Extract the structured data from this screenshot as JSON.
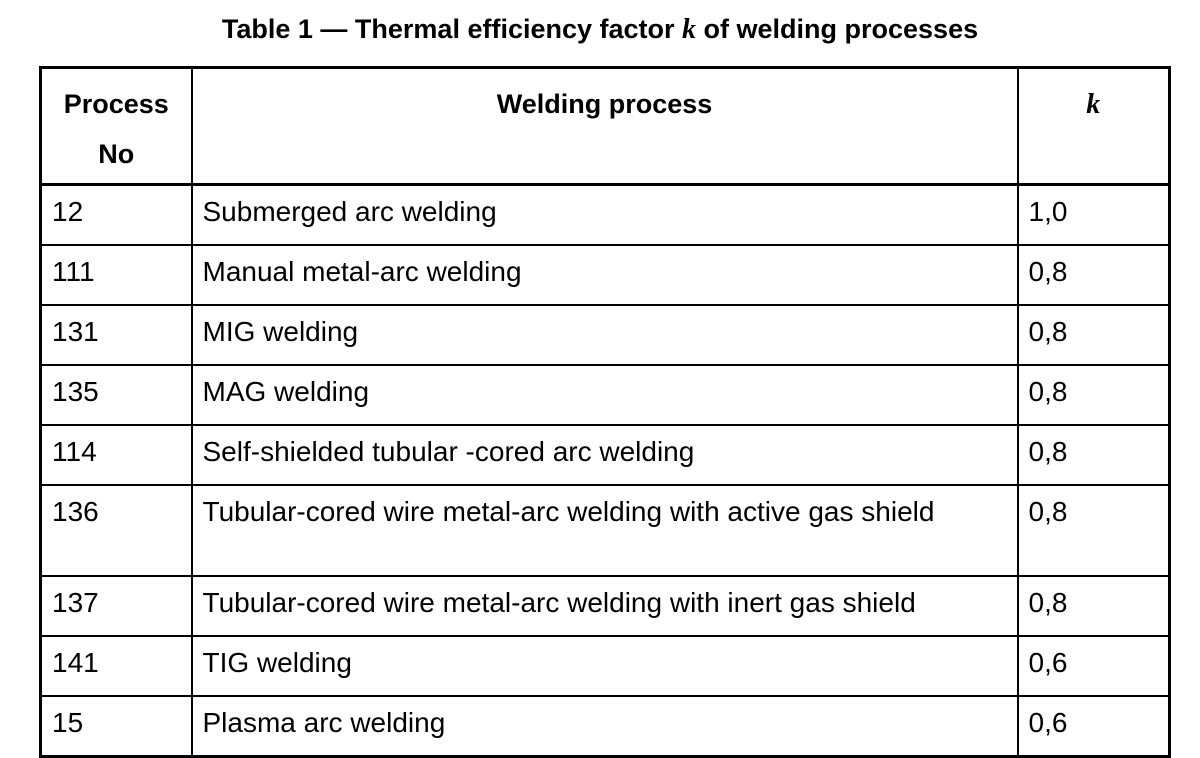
{
  "title": {
    "prefix": "Table 1 — Thermal efficiency factor ",
    "symbol": "k",
    "suffix": " of welding processes"
  },
  "table": {
    "headers": {
      "process_no_line1": "Process",
      "process_no_line2": "No",
      "welding_process": "Welding process",
      "k": "k"
    },
    "rows": [
      {
        "no": "12",
        "process": "Submerged arc welding",
        "k": "1,0"
      },
      {
        "no": "111",
        "process": "Manual metal-arc welding",
        "k": "0,8"
      },
      {
        "no": "131",
        "process": "MIG welding",
        "k": "0,8"
      },
      {
        "no": "135",
        "process": "MAG welding",
        "k": "0,8"
      },
      {
        "no": "114",
        "process": "Self-shielded tubular -cored arc welding",
        "k": "0,8"
      },
      {
        "no": "136",
        "process": "Tubular-cored wire metal-arc welding with active gas shield",
        "k": "0,8"
      },
      {
        "no": "137",
        "process": "Tubular-cored wire metal-arc welding with inert gas shield",
        "k": "0,8"
      },
      {
        "no": "141",
        "process": "TIG welding",
        "k": "0,6"
      },
      {
        "no": "15",
        "process": "Plasma arc welding",
        "k": "0,6"
      }
    ]
  }
}
